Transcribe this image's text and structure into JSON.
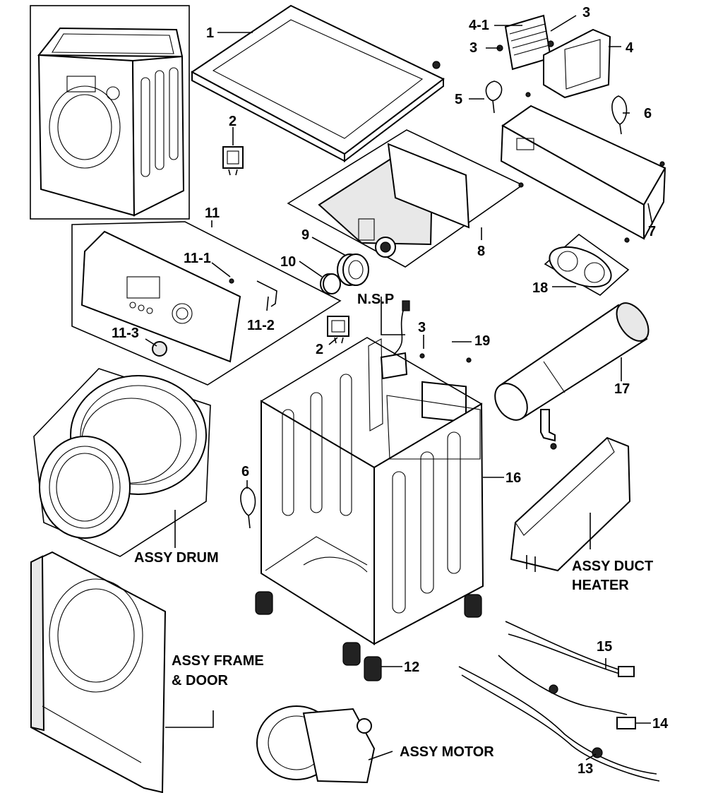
{
  "diagram": {
    "labels": {
      "l1": "1",
      "l2a": "2",
      "l2b": "2",
      "l3a": "3",
      "l3b": "3",
      "l3c": "3",
      "l4": "4",
      "l4_1": "4-1",
      "l5": "5",
      "l6a": "6",
      "l6b": "6",
      "l7": "7",
      "l8": "8",
      "l9": "9",
      "l10": "10",
      "l11": "11",
      "l11_1": "11-1",
      "l11_2": "11-2",
      "l11_3": "11-3",
      "l12": "12",
      "l13": "13",
      "l14": "14",
      "l15": "15",
      "l16": "16",
      "l17": "17",
      "l18": "18",
      "l19": "19",
      "nsp": "N.S.P",
      "assy_drum": "ASSY DRUM",
      "assy_duct_1": "ASSY DUCT",
      "assy_duct_2": "HEATER",
      "assy_frame_1": "ASSY FRAME",
      "assy_frame_2": "& DOOR",
      "assy_motor": "ASSY MOTOR"
    }
  }
}
